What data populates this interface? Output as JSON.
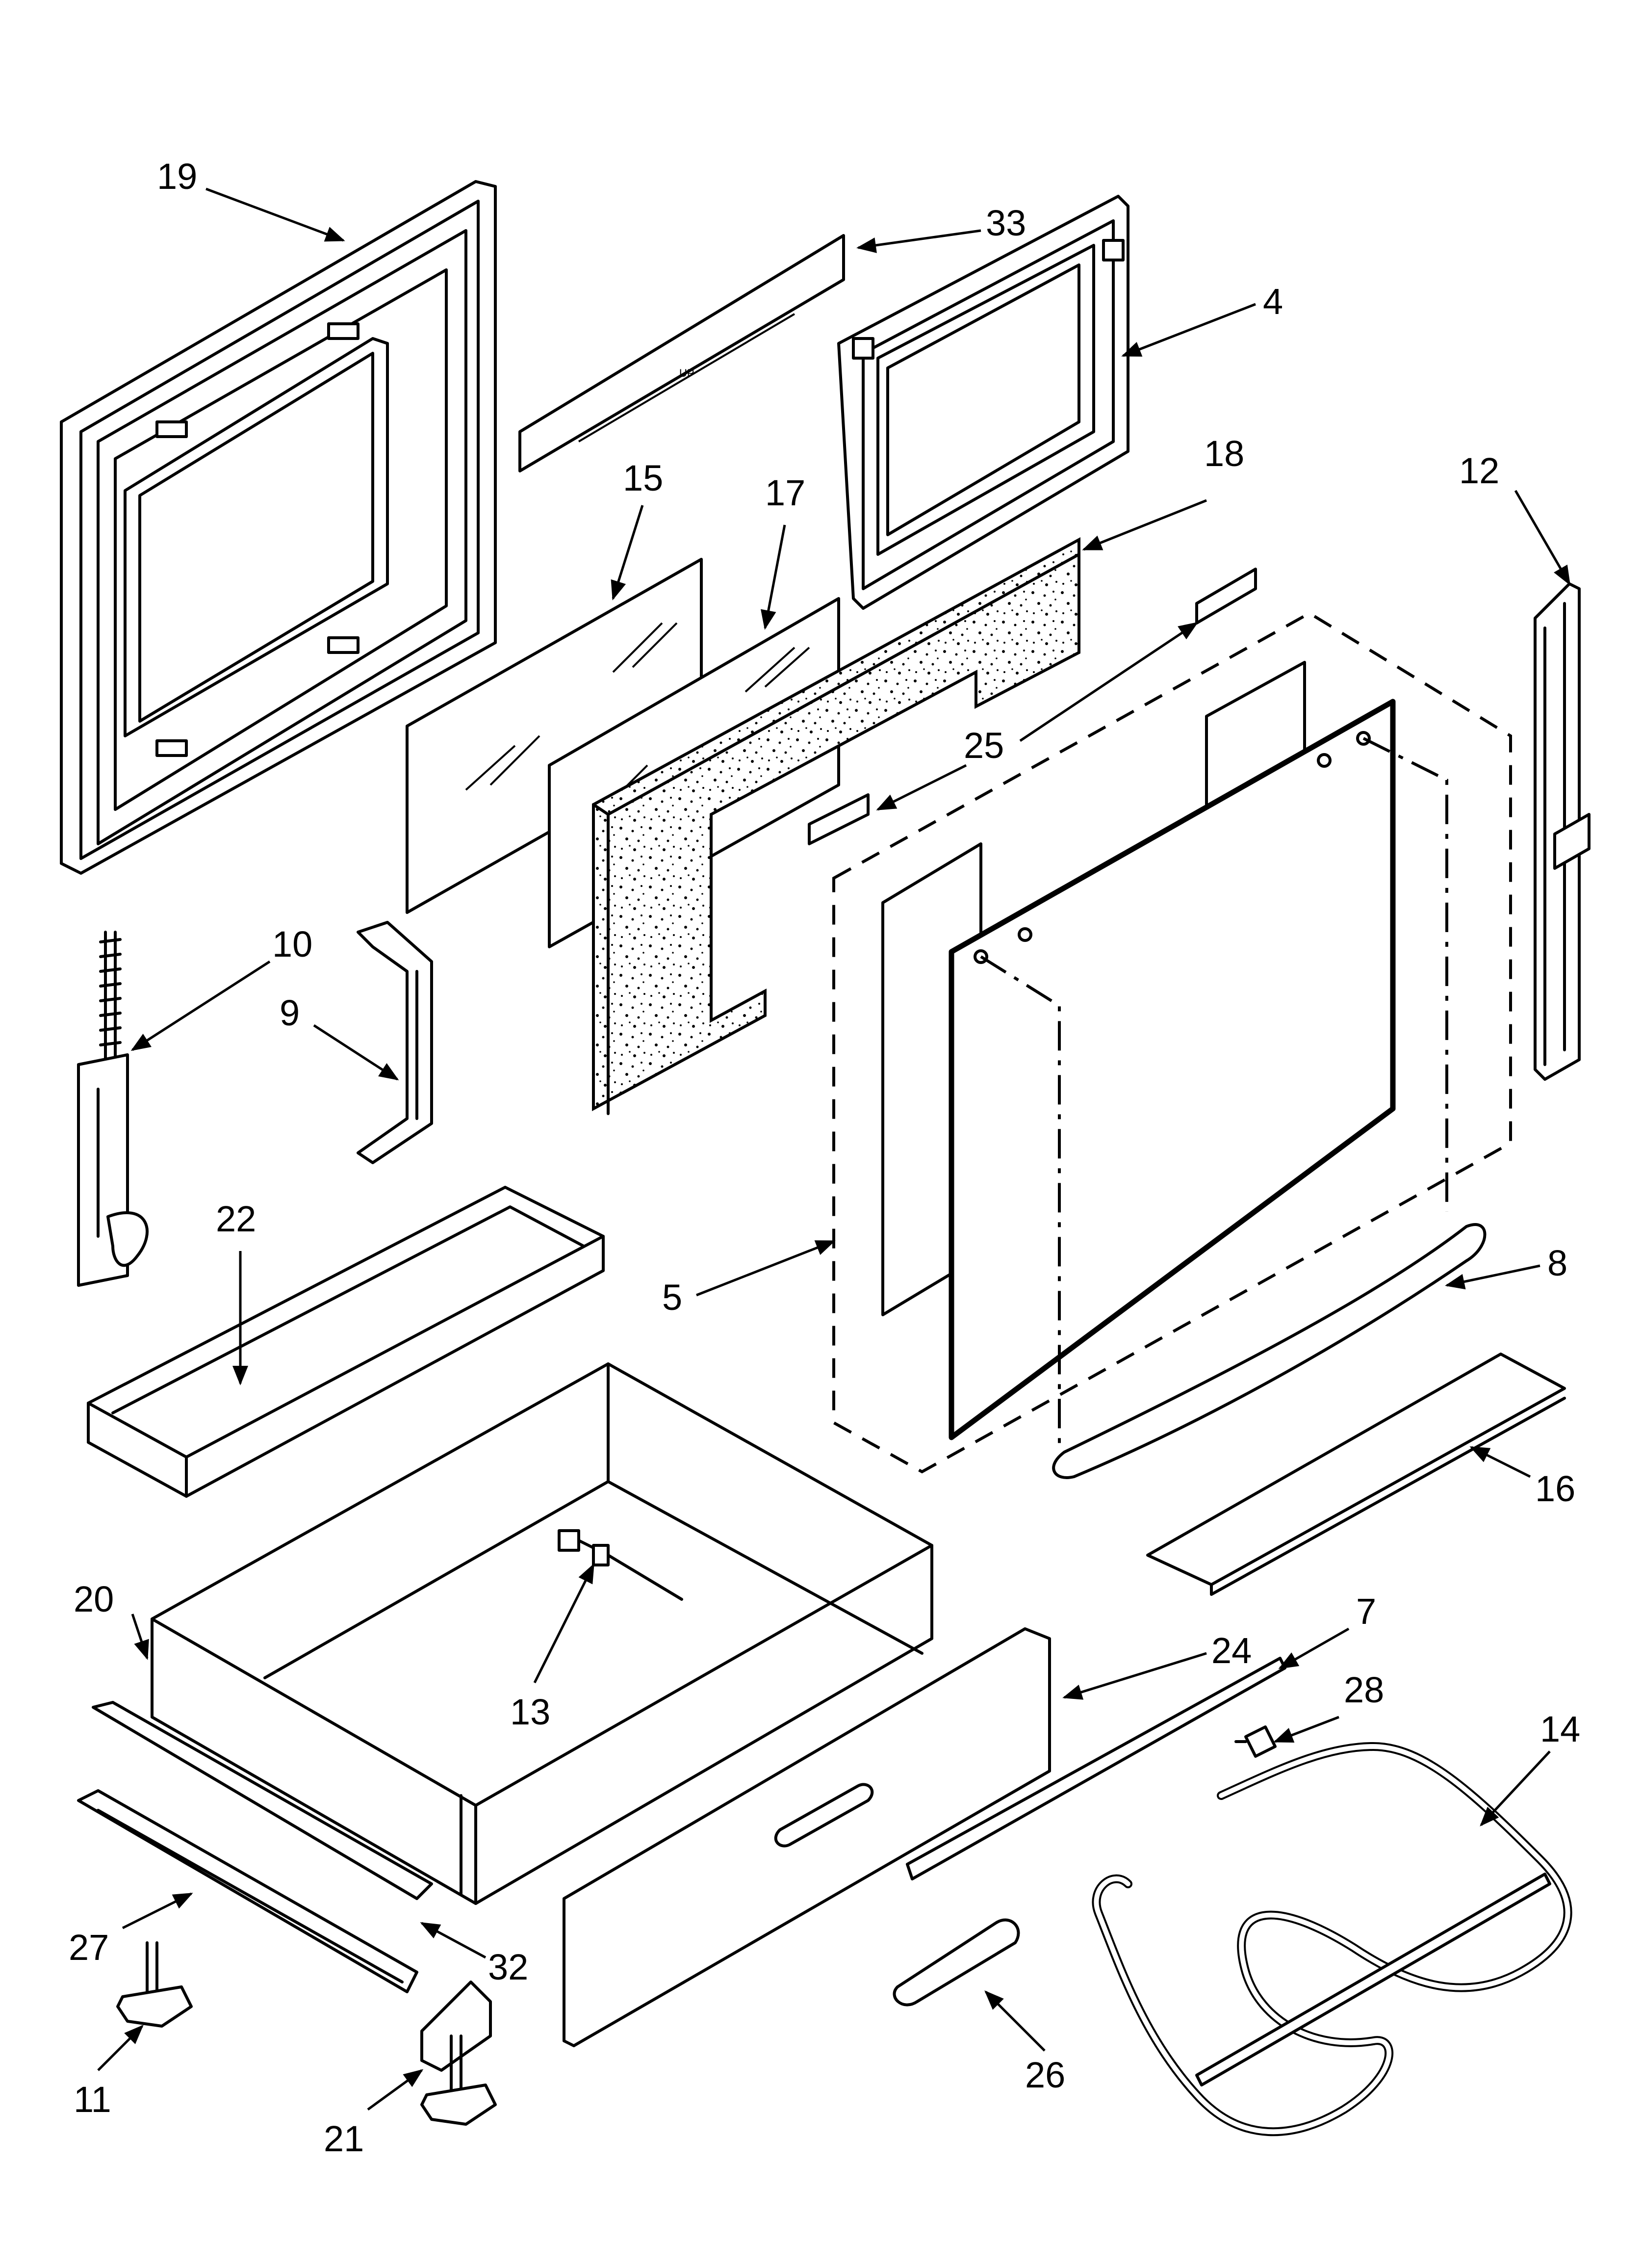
{
  "diagram": {
    "type": "exploded-parts-diagram",
    "callouts": [
      {
        "id": "19",
        "text": "19"
      },
      {
        "id": "33",
        "text": "33"
      },
      {
        "id": "4",
        "text": "4"
      },
      {
        "id": "15",
        "text": "15"
      },
      {
        "id": "17",
        "text": "17"
      },
      {
        "id": "18",
        "text": "18"
      },
      {
        "id": "12",
        "text": "12"
      },
      {
        "id": "25",
        "text": "25"
      },
      {
        "id": "10",
        "text": "10"
      },
      {
        "id": "9",
        "text": "9"
      },
      {
        "id": "22",
        "text": "22"
      },
      {
        "id": "5",
        "text": "5"
      },
      {
        "id": "8",
        "text": "8"
      },
      {
        "id": "16",
        "text": "16"
      },
      {
        "id": "20",
        "text": "20"
      },
      {
        "id": "7",
        "text": "7"
      },
      {
        "id": "24",
        "text": "24"
      },
      {
        "id": "28",
        "text": "28"
      },
      {
        "id": "14",
        "text": "14"
      },
      {
        "id": "13",
        "text": "13"
      },
      {
        "id": "27",
        "text": "27"
      },
      {
        "id": "32",
        "text": "32"
      },
      {
        "id": "11",
        "text": "11"
      },
      {
        "id": "21",
        "text": "21"
      },
      {
        "id": "26",
        "text": "26"
      }
    ],
    "part_markings": {
      "panel_33_mark": "UP"
    }
  }
}
